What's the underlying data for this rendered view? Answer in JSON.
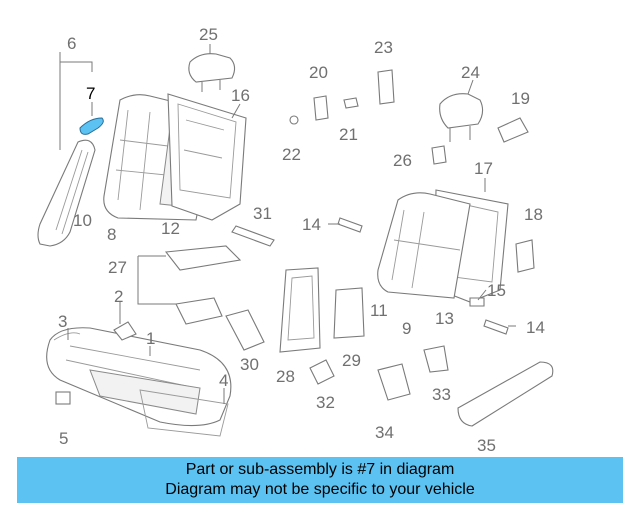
{
  "diagram": {
    "highlight_color": "#5bc2f2",
    "callouts": [
      "1",
      "2",
      "3",
      "4",
      "5",
      "6",
      "7",
      "8",
      "9",
      "10",
      "11",
      "12",
      "13",
      "14",
      "14",
      "15",
      "16",
      "17",
      "18",
      "19",
      "20",
      "21",
      "22",
      "23",
      "24",
      "25",
      "26",
      "27",
      "28",
      "29",
      "30",
      "31",
      "32",
      "33",
      "34",
      "35"
    ],
    "highlighted_part": "7"
  },
  "banner": {
    "line1": "Part or sub-assembly is #7 in diagram",
    "line2": "Diagram may not be specific to your vehicle",
    "background": "#5bc2f2"
  }
}
